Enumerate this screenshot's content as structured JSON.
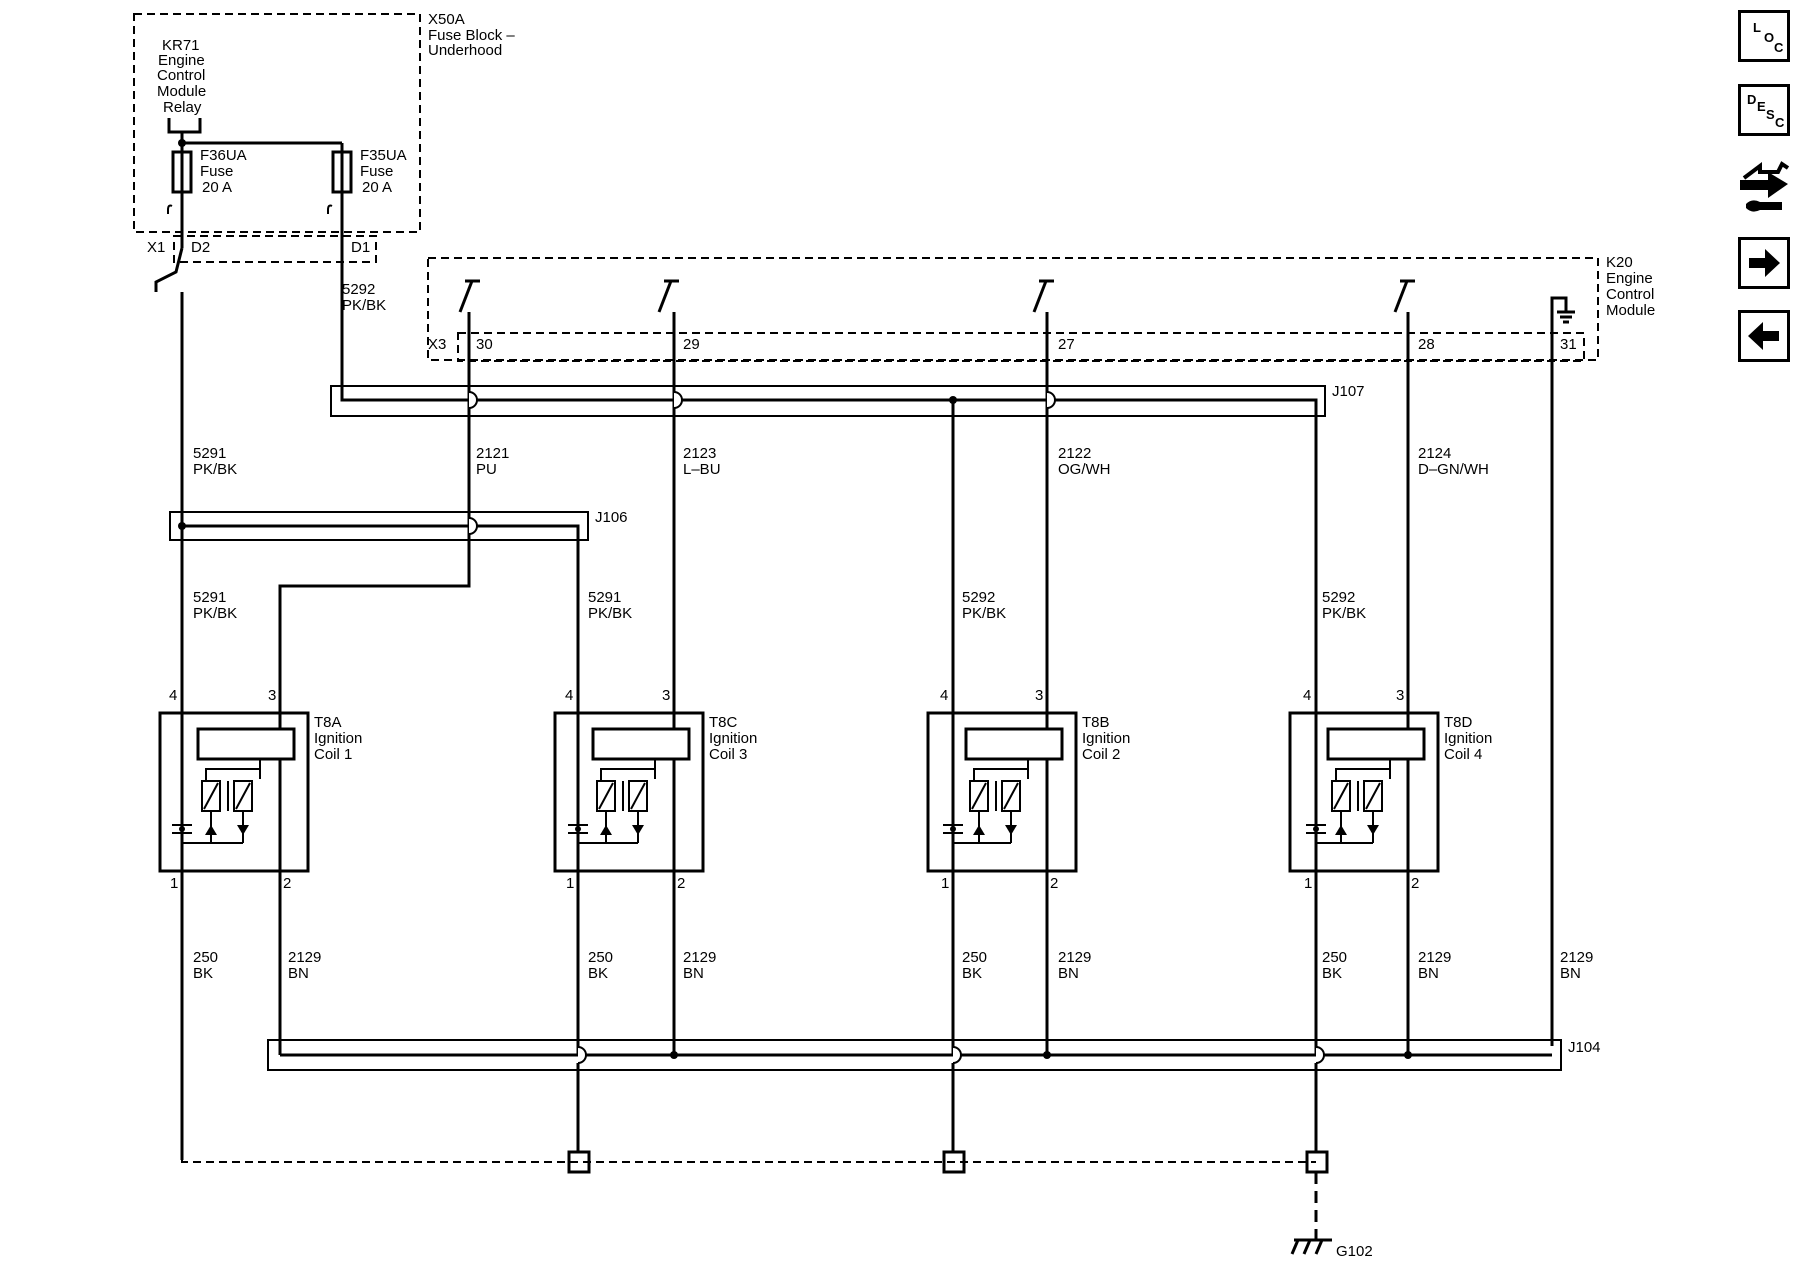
{
  "components": {
    "x50a": {
      "id": "X50A",
      "line1": "Fuse Block –",
      "line2": "Underhood"
    },
    "kr71": {
      "id": "KR71",
      "line1": "Engine",
      "line2": "Control",
      "line3": "Module",
      "line4": "Relay"
    },
    "f36ua": {
      "id": "F36UA",
      "line1": "Fuse",
      "line2": "20 A"
    },
    "f35ua": {
      "id": "F35UA",
      "line1": "Fuse",
      "line2": "20 A"
    },
    "k20": {
      "id": "K20",
      "line1": "Engine",
      "line2": "Control",
      "line3": "Module"
    },
    "t8a": {
      "id": "T8A",
      "line1": "Ignition",
      "line2": "Coil 1"
    },
    "t8c": {
      "id": "T8C",
      "line1": "Ignition",
      "line2": "Coil 3"
    },
    "t8b": {
      "id": "T8B",
      "line1": "Ignition",
      "line2": "Coil 2"
    },
    "t8d": {
      "id": "T8D",
      "line1": "Ignition",
      "line2": "Coil 4"
    }
  },
  "connectors": {
    "x1": "X1",
    "x3": "X3",
    "d2": "D2",
    "d1": "D1"
  },
  "ecm_pins": {
    "p30": "30",
    "p29": "29",
    "p27": "27",
    "p28": "28",
    "p31": "31"
  },
  "coil_pins": {
    "p1": "1",
    "p2": "2",
    "p3": "3",
    "p4": "4"
  },
  "splices": {
    "j107": "J107",
    "j106": "J106",
    "j104": "J104"
  },
  "ground": {
    "g102": "G102"
  },
  "wires": {
    "c5292": "5292",
    "c5291": "5291",
    "pkbk": "PK/BK",
    "c2121": "2121",
    "pu": "PU",
    "c2123": "2123",
    "lbu": "L–BU",
    "c2122": "2122",
    "ogwh": "OG/WH",
    "c2124": "2124",
    "dgnwh": "D–GN/WH",
    "c250": "250",
    "bk": "BK",
    "c2129": "2129",
    "bn": "BN"
  },
  "nav": {
    "loc": {
      "l1": "L",
      "l2": "O",
      "l3": "C",
      "icon": "loc-icon"
    },
    "desc": {
      "l1": "D",
      "l2": "E",
      "l3": "S",
      "l4": "C",
      "icon": "desc-icon"
    },
    "connector": {
      "icon": "connector-wrench-icon"
    },
    "next": {
      "icon": "arrow-right-icon"
    },
    "prev": {
      "icon": "arrow-left-icon"
    }
  }
}
